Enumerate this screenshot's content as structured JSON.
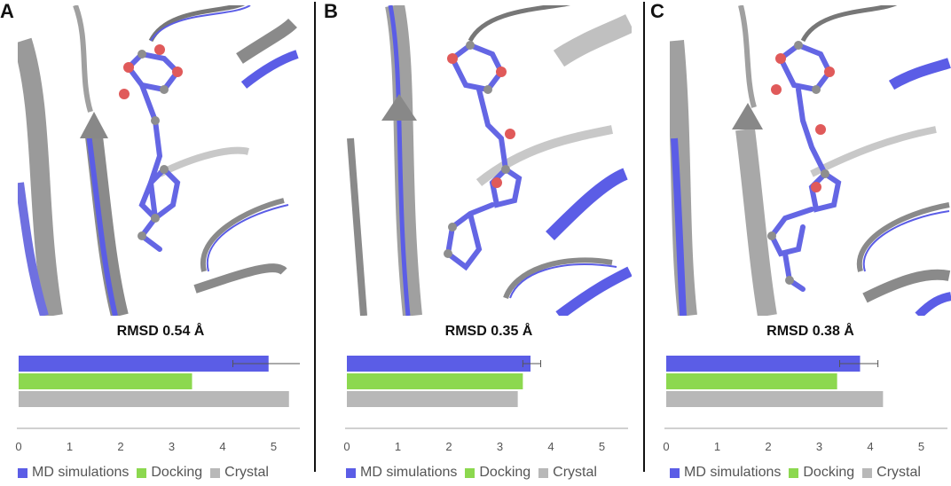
{
  "colors": {
    "md": "#5b5de6",
    "docking": "#8cd84f",
    "crystal": "#b8b8b8",
    "axis": "#b3b3b3",
    "divider": "#111111"
  },
  "panels": [
    {
      "letter": "A",
      "rmsd": "RMSD 0.54 Å"
    },
    {
      "letter": "B",
      "rmsd": "RMSD 0.35 Å"
    },
    {
      "letter": "C",
      "rmsd": "RMSD 0.38 Å"
    }
  ],
  "legend": [
    {
      "name": "MD simulations",
      "color": "#5b5de6"
    },
    {
      "name": "Docking",
      "color": "#8cd84f"
    },
    {
      "name": "Crystal",
      "color": "#b8b8b8"
    }
  ],
  "chart_data": [
    {
      "type": "bar",
      "orientation": "horizontal",
      "xlim": [
        0,
        5.5
      ],
      "xticks": [
        "0",
        "1",
        "2",
        "3",
        "4",
        "5"
      ],
      "series": [
        {
          "name": "MD simulations",
          "value": 4.9,
          "error": [
            4.2,
            5.6
          ]
        },
        {
          "name": "Docking",
          "value": 3.4
        },
        {
          "name": "Crystal",
          "value": 5.3
        }
      ]
    },
    {
      "type": "bar",
      "orientation": "horizontal",
      "xlim": [
        0,
        5.5
      ],
      "xticks": [
        "0",
        "1",
        "2",
        "3",
        "4",
        "5"
      ],
      "series": [
        {
          "name": "MD simulations",
          "value": 3.6,
          "error": [
            3.45,
            3.8
          ]
        },
        {
          "name": "Docking",
          "value": 3.45
        },
        {
          "name": "Crystal",
          "value": 3.35
        }
      ]
    },
    {
      "type": "bar",
      "orientation": "horizontal",
      "xlim": [
        0,
        5.5
      ],
      "xticks": [
        "0",
        "1",
        "2",
        "3",
        "4",
        "5"
      ],
      "series": [
        {
          "name": "MD simulations",
          "value": 3.8,
          "error": [
            3.4,
            4.15
          ]
        },
        {
          "name": "Docking",
          "value": 3.35
        },
        {
          "name": "Crystal",
          "value": 4.25
        }
      ]
    }
  ]
}
